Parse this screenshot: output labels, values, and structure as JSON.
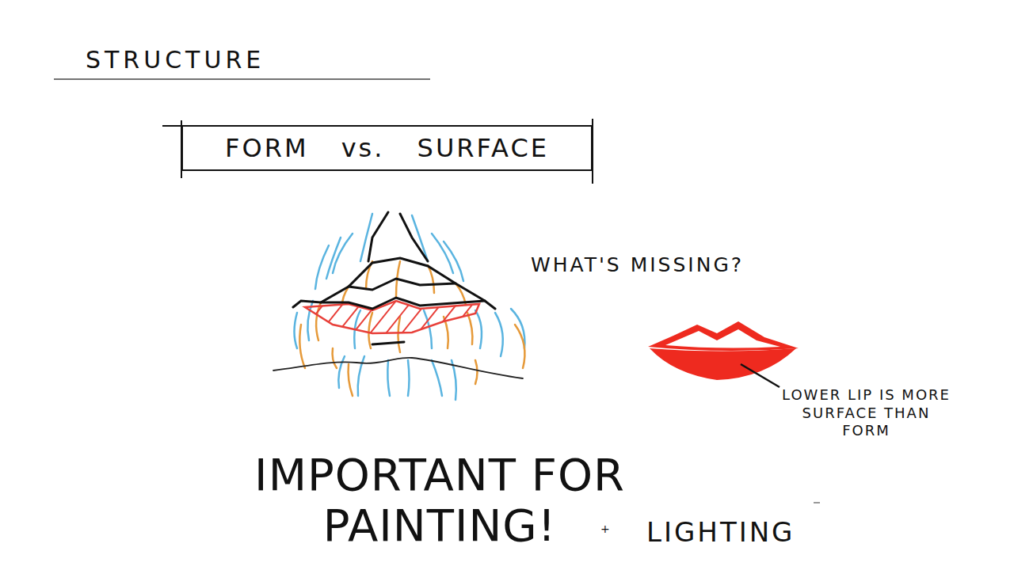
{
  "diagram": {
    "title": "STRUCTURE",
    "nodes": [
      {
        "text": [
          "FORM vs. SURFACE"
        ]
      }
    ],
    "labels": [
      "WHAT'S MISSING?",
      "LOWER LIP IS MORE SURFACE THAN FORM",
      "IMPORTANT FOR PAINTING!",
      "+",
      "LIGHTING"
    ]
  }
}
